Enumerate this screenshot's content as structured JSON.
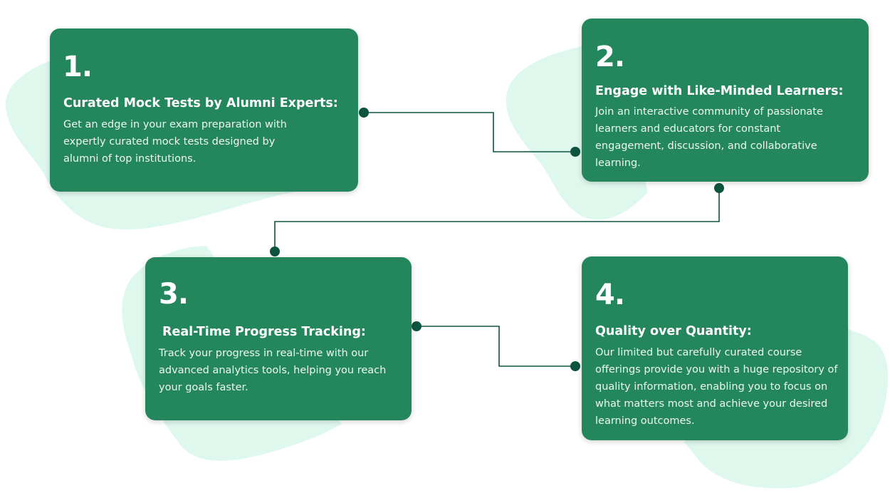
{
  "colors": {
    "card": "#23865c",
    "blob": "#dff8ee",
    "connector": "#0e5340",
    "text": "#ffffff"
  },
  "steps": [
    {
      "number": "1.",
      "title": "Curated Mock Tests by Alumni Experts:",
      "body": "Get an edge in your exam preparation with expertly curated mock tests designed by alumni of top institutions."
    },
    {
      "number": "2.",
      "title": "Engage with Like-Minded Learners:",
      "body": "Join an interactive community of passionate learners and educators for constant engagement, discussion, and collaborative learning."
    },
    {
      "number": "3.",
      "title": "Real-Time Progress Tracking:",
      "body": "Track your progress in real-time with our advanced analytics tools, helping you reach your goals faster."
    },
    {
      "number": "4.",
      "title": "Quality over Quantity:",
      "body": "Our limited but carefully curated course offerings provide you with a huge repository of quality information, enabling you to focus on what matters most and achieve your desired learning outcomes."
    }
  ]
}
